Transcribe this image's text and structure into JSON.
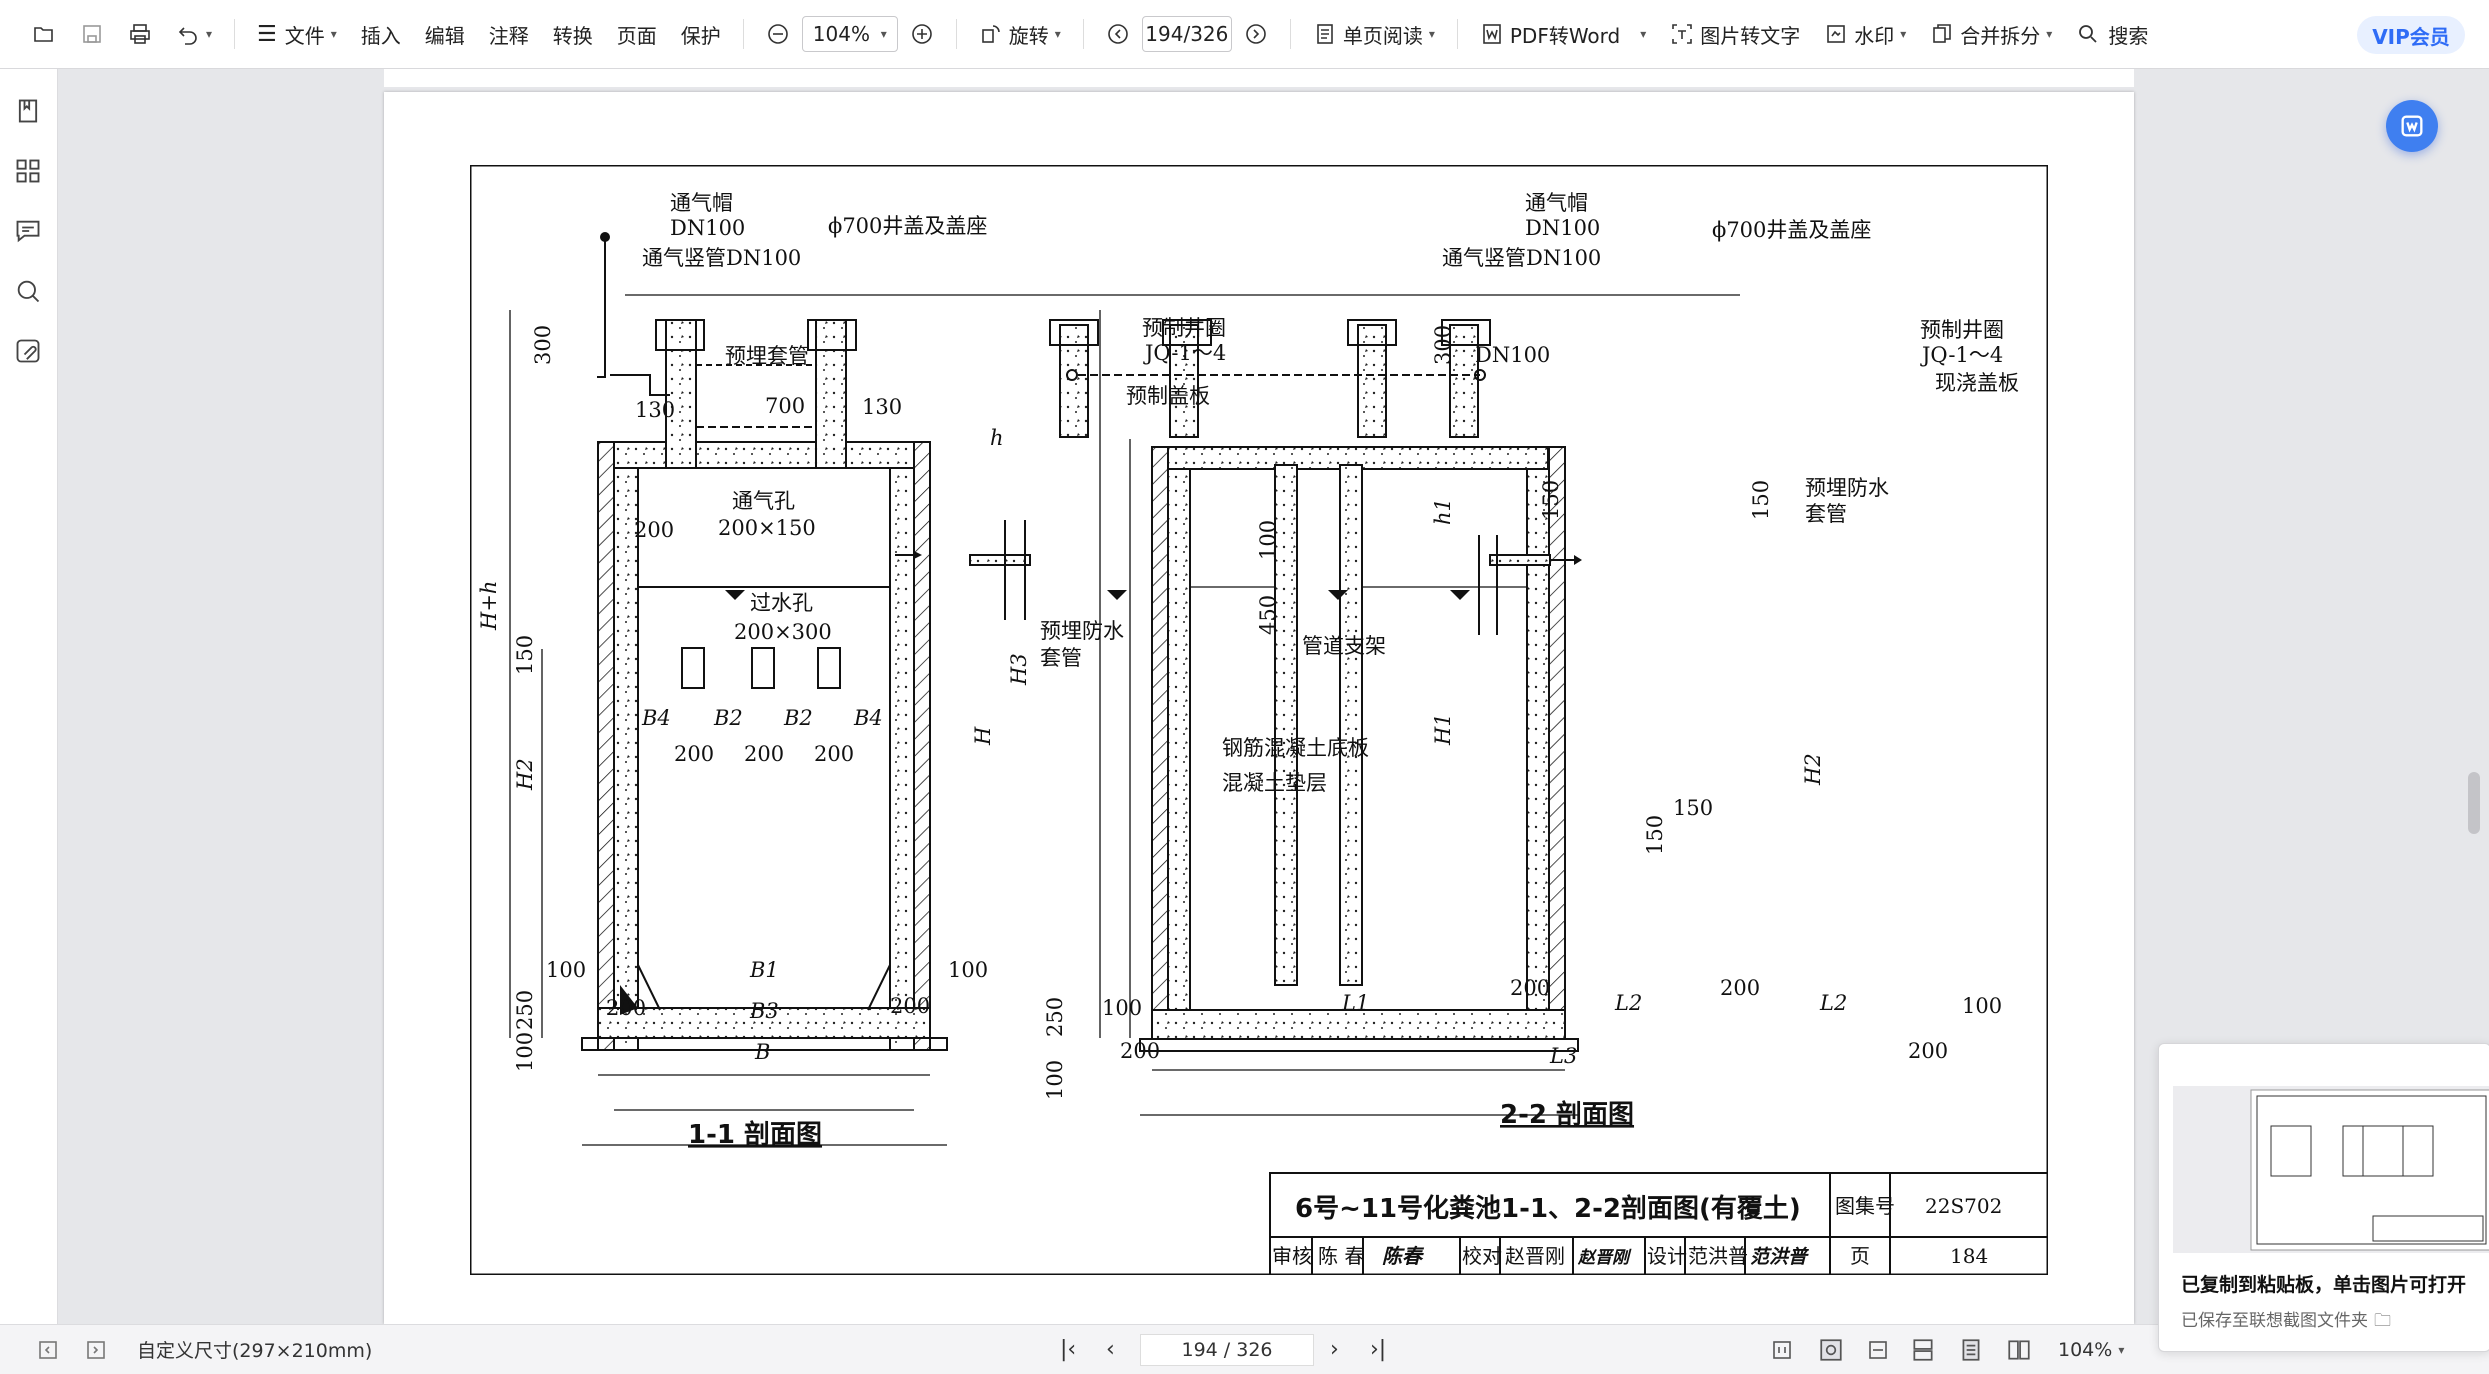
{
  "toolbar": {
    "menu_file": "文件",
    "menu_insert": "插入",
    "menu_edit": "编辑",
    "menu_annotate": "注释",
    "menu_convert": "转换",
    "menu_page": "页面",
    "menu_protect": "保护",
    "zoom_value": "104%",
    "rotate": "旋转",
    "page_value": "194/326",
    "single_page": "单页阅读",
    "pdf_to_word": "PDF转Word",
    "image_to_text": "图片转文字",
    "watermark": "水印",
    "merge_split": "合并拆分",
    "search": "搜索",
    "vip": "VIP会员"
  },
  "drawing": {
    "left": {
      "vent_cap": "通气帽",
      "dn100_a": "DN100",
      "vent_pipe": "通气竖管DN100",
      "cover": "ϕ700井盖及盖座",
      "sleeve": "预埋套管",
      "d300": "300",
      "d130a": "130",
      "d700": "700",
      "d130b": "130",
      "vent_hole": "通气孔",
      "vent_hole_size": "200×150",
      "d200_top": "200",
      "water_hole": "过水孔",
      "water_hole_size": "200×300",
      "Hh": "H+h",
      "d150": "150",
      "H2": "H2",
      "B4a": "B4",
      "B2a": "B2",
      "B2b": "B2",
      "B4b": "B4",
      "w200a": "200",
      "w200b": "200",
      "w200c": "200",
      "d250": "250",
      "d100": "100",
      "b100a": "100",
      "b100b": "100",
      "B1": "B1",
      "b200a": "200",
      "b200b": "200",
      "B3": "B3",
      "B": "B",
      "title": "1-1 剖面图"
    },
    "right": {
      "vent_cap": "通气帽",
      "dn100_a": "DN100",
      "vent_pipe": "通气竖管DN100",
      "cover": "ϕ700井盖及盖座",
      "ring_l": "预制井圈",
      "ring_l_code": "JQ-1～4",
      "ring_r": "预制井圈",
      "ring_r_code": "JQ-1～4",
      "d300": "300",
      "dn100_b": "DN100",
      "slab": "预制盖板",
      "cast_slab": "现浇盖板",
      "h": "h",
      "h1": "h1",
      "d150a": "150",
      "d150b": "150",
      "sleeve_r": "预埋防水",
      "sleeve_r2": "套管",
      "d100": "100",
      "d450": "450",
      "support": "管道支架",
      "sleeve_l": "预埋防水",
      "sleeve_l2": "套管",
      "H3": "H3",
      "H": "H",
      "H1": "H1",
      "H2": "H2",
      "rc_base": "钢筋混凝土底板",
      "cushion": "混凝土垫层",
      "d150c": "150",
      "d150d": "150",
      "d250": "250",
      "d100b": "100",
      "x100a": "100",
      "x200a": "200",
      "L1": "L1",
      "x200b": "200",
      "L2a": "L2",
      "x200c": "200",
      "L2b": "L2",
      "x100b": "100",
      "x200d": "200",
      "L3": "L3",
      "title": "2-2 剖面图"
    },
    "titleblock": {
      "name": "6号~11号化粪池1-1、2-2剖面图(有覆土)",
      "atlas_label": "图集号",
      "atlas_no": "22S702",
      "review_label": "审核",
      "reviewer": "陈 春",
      "review_sig": "陈春",
      "check_label": "校对",
      "checker": "赵晋刚",
      "check_sig": "赵晋刚",
      "design_label": "设计",
      "designer": "范洪普",
      "design_sig": "范洪普",
      "page_label": "页",
      "page_no": "184"
    }
  },
  "status": {
    "page_size": "自定义尺寸(297×210mm)",
    "page_indicator": "194 / 326",
    "zoom": "104%"
  },
  "toast": {
    "title": "已复制到粘贴板，单击图片可打开",
    "subtitle": "已保存至联想截图文件夹"
  },
  "colors": {
    "accent": "#3f7ff0",
    "vip_text": "#2f6cf6"
  }
}
